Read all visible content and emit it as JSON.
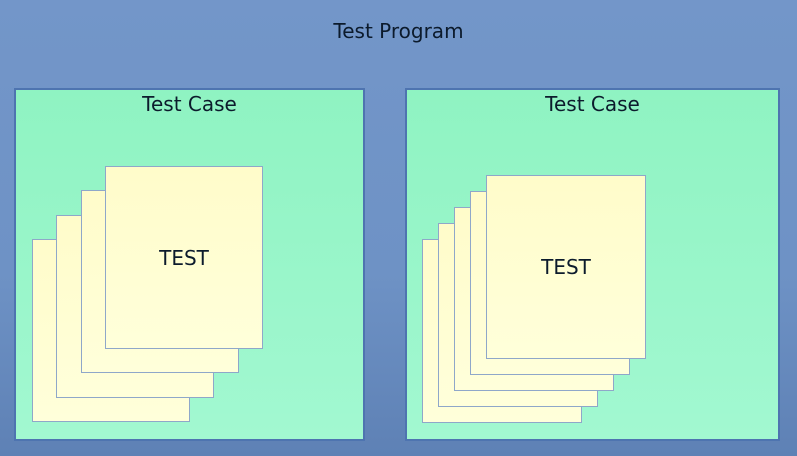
{
  "diagram": {
    "title": "Test Program",
    "colors": {
      "background_top": "#7396c9",
      "background_bottom": "#5e81b5",
      "container_fill_top": "#8ff3c2",
      "container_fill_bottom": "#a2f8d1",
      "container_border": "#4e74b0",
      "card_fill": "#fffdd2",
      "card_border": "#8fa7c9",
      "text": "#0c1b2c"
    },
    "containers": [
      {
        "label": "Test Case",
        "stack": {
          "card_count": 4,
          "front_label": "TEST"
        }
      },
      {
        "label": "Test Case",
        "stack": {
          "card_count": 5,
          "front_label": "TEST"
        }
      }
    ]
  }
}
